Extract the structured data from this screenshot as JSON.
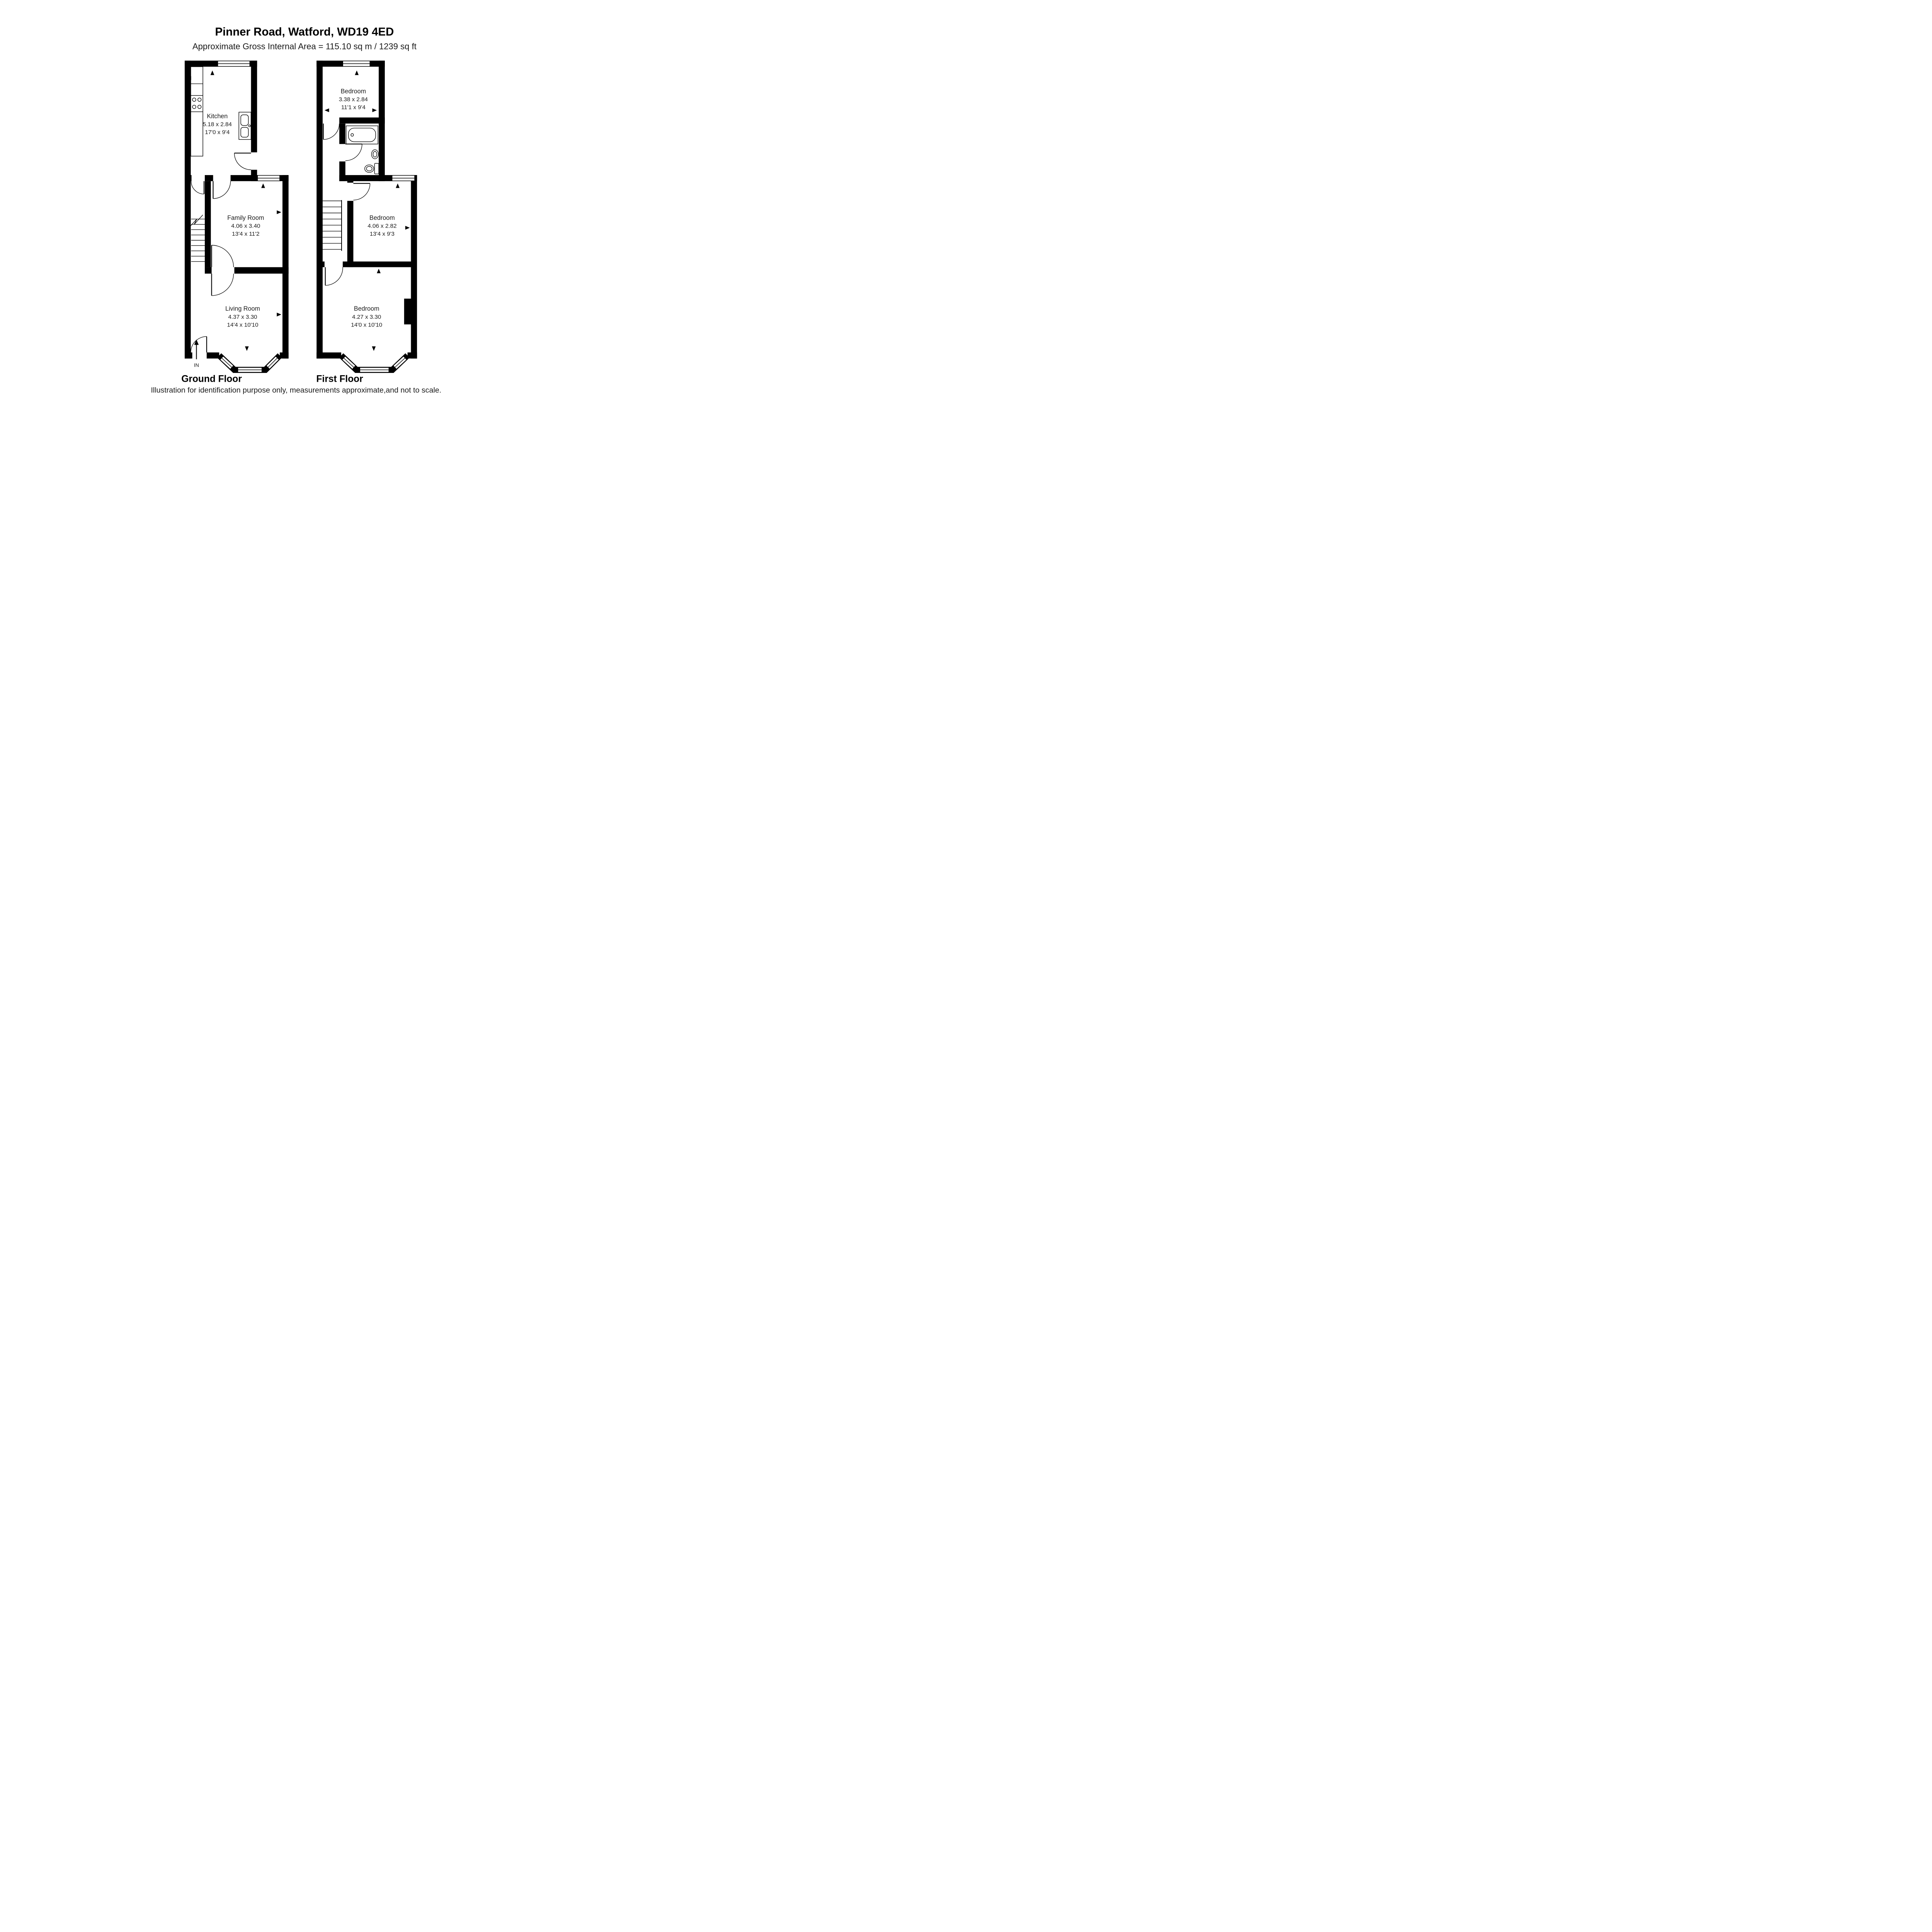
{
  "header": {
    "title": "Pinner Road, Watford, WD19 4ED",
    "subtitle": "Approximate Gross Internal Area = 115.10 sq m / 1239 sq ft"
  },
  "ground_floor": {
    "label": "Ground Floor",
    "entrance_label": "IN",
    "rooms": {
      "kitchen": {
        "name": "Kitchen",
        "metric": "5.18 x 2.84",
        "imperial": "17'0 x 9'4"
      },
      "family_room": {
        "name": "Family Room",
        "metric": "4.06 x 3.40",
        "imperial": "13'4 x 11'2"
      },
      "living_room": {
        "name": "Living Room",
        "metric": "4.37 x 3.30",
        "imperial": "14'4 x 10'10"
      }
    }
  },
  "first_floor": {
    "label": "First Floor",
    "rooms": {
      "bedroom_rear": {
        "name": "Bedroom",
        "metric": "3.38 x 2.84",
        "imperial": "11'1 x 9'4"
      },
      "bedroom_middle": {
        "name": "Bedroom",
        "metric": "4.06 x 2.82",
        "imperial": "13'4 x 9'3"
      },
      "bedroom_front": {
        "name": "Bedroom",
        "metric": "4.27 x 3.30",
        "imperial": "14'0 x 10'10"
      }
    }
  },
  "footer": {
    "disclaimer": "Illustration for identification purpose only, measurements approximate,and not to scale."
  },
  "colors": {
    "wall": "#000000",
    "background": "#ffffff",
    "text": "#1a1a1a"
  }
}
